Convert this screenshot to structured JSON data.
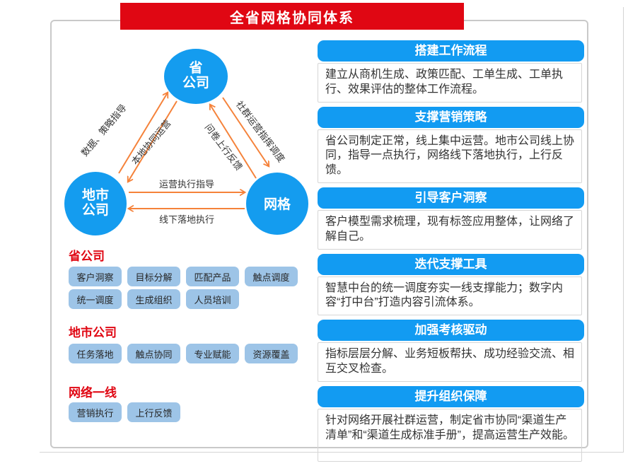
{
  "banner": {
    "title": "全省网格协同体系"
  },
  "colors": {
    "accent_blue": "#149CEF",
    "header_blue": "#129BF2",
    "chip_light_blue": "#9DC4E7",
    "red": "#E00713",
    "arrow_orange": "#F5823A"
  },
  "diagram": {
    "nodes": {
      "province": {
        "line1": "省",
        "line2": "公司"
      },
      "city": {
        "line1": "地市",
        "line2": "公司"
      },
      "grid": {
        "label": "网格"
      }
    },
    "edges": {
      "data_strategy": "数据、策略指导",
      "local_coop": "本地协同运营",
      "community_dispatch": "社群运营指挥调度",
      "questionnaire_feedback": "问卷上行反馈",
      "ops_exec_guide": "运营执行指导",
      "offline_exec": "线下落地执行"
    }
  },
  "sections": [
    {
      "title": "省公司",
      "rows": [
        [
          "客户洞察",
          "目标分解",
          "匹配产品",
          "触点调度"
        ],
        [
          "统一调度",
          "生成组织",
          "人员培训"
        ]
      ]
    },
    {
      "title": "地市公司",
      "rows": [
        [
          "任务落地",
          "触点协同",
          "专业赋能",
          "资源覆盖"
        ]
      ]
    },
    {
      "title": "网络一线",
      "rows": [
        [
          "营销执行",
          "上行反馈"
        ]
      ]
    }
  ],
  "panels": [
    {
      "title": "搭建工作流程",
      "body": "建立从商机生成、政策匹配、工单生成、工单执行、效果评估的整体工作流程。"
    },
    {
      "title": "支撑营销策略",
      "body": "省公司制定正常，线上集中运营。地市公司线上协同，指导一点执行，网络线下落地执行，上行反馈。"
    },
    {
      "title": "引导客户洞察",
      "body": "客户模型需求梳理，现有标签应用整体，让网络了解自己。"
    },
    {
      "title": "迭代支撑工具",
      "body": "智慧中台的统一调度夯实一线支撑能力；数字内容“打中台”打造内容引流体系。"
    },
    {
      "title": "加强考核驱动",
      "body": "指标层层分解、业务短板帮扶、成功经验交流、相互交叉检查。"
    },
    {
      "title": "提升组织保障",
      "body": "针对网络开展社群运营，制定省市协同“渠道生产清单”和“渠道生成标准手册”，提高运营生产效能。"
    }
  ]
}
